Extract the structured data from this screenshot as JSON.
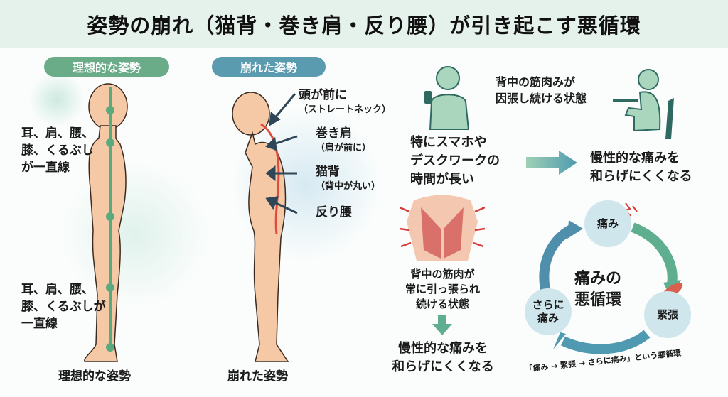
{
  "title": "姿勢の崩れ（猫背・巻き肩・反り腰）が引き起こす悪循環",
  "ideal": {
    "pill": "理想的な姿勢",
    "note_top": [
      "耳、肩、腰、",
      "膝、くるぶし",
      "が一直線"
    ],
    "note_bottom": [
      "耳、肩、腰、",
      "膝、くるぶしが",
      "一直線"
    ],
    "caption": "理想的な姿勢"
  },
  "bad": {
    "pill": "崩れた姿勢",
    "caption": "崩れた姿勢",
    "labels": [
      {
        "main": "頭が前に",
        "sub": "（ストレートネック）"
      },
      {
        "main": "巻き肩",
        "sub": "（肩が前に）"
      },
      {
        "main": "猫背",
        "sub": "（背中が丸い）"
      },
      {
        "main": "反り腰",
        "sub": ""
      }
    ]
  },
  "cause": {
    "text": [
      "特にスマホや",
      "デスクワークの",
      "時間が長い"
    ]
  },
  "desk": {
    "text": [
      "背中の筋肉みが",
      "因張し続ける状態"
    ]
  },
  "result_right": [
    "慢性的な痛みを",
    "和らげにくくなる"
  ],
  "muscle": {
    "text": [
      "背中の筋肉が",
      "常に引っ張られ",
      "続ける状態"
    ]
  },
  "result_bottom": [
    "慢性的な痛みを",
    "和らげにくくなる"
  ],
  "cycle": {
    "center": [
      "痛みの",
      "悪循環"
    ],
    "node_pain": "痛み",
    "node_tension": "緊張",
    "node_more": [
      "さらに",
      "痛み"
    ],
    "caption": "「痛み → 緊張 → さらに痛み」という悪循環"
  },
  "colors": {
    "green": "#6aab88",
    "blue": "#5a9bb0",
    "skin": "#f6c9a6",
    "header": "#e5f2ec"
  }
}
